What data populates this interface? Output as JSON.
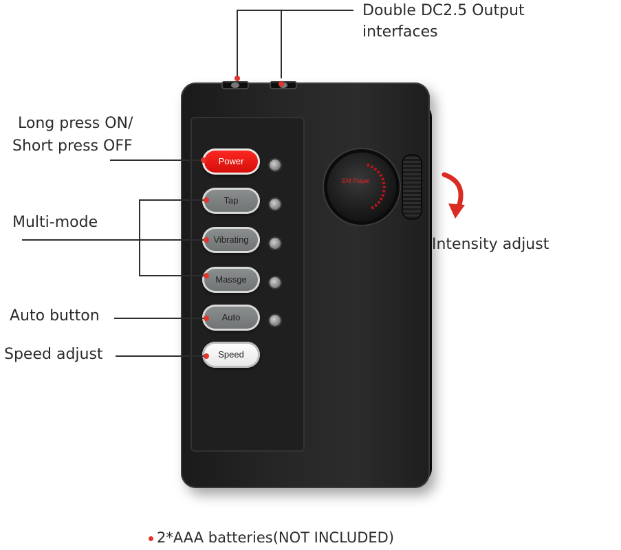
{
  "labels": {
    "dc_output_line1": "Double DC2.5 Output",
    "dc_output_line2": "interfaces",
    "power_line1": "Long press ON/",
    "power_line2": "Short press OFF",
    "multi_mode": "Multi-mode",
    "auto_button": "Auto button",
    "speed_adjust": "Speed adjust",
    "intensity_adjust": "Intensity adjust",
    "batteries": "2*AAA batteries(NOT INCLUDED)"
  },
  "device": {
    "buttons": {
      "power": "Power",
      "tap": "Tap",
      "vibrating": "Vibrating",
      "massage": "Massge",
      "auto": "Auto",
      "speed": "Speed"
    },
    "knob_text": "EM Player"
  },
  "colors": {
    "power_red": "#e81510",
    "accent_dot": "#e0352b",
    "device_body": "#222222"
  }
}
